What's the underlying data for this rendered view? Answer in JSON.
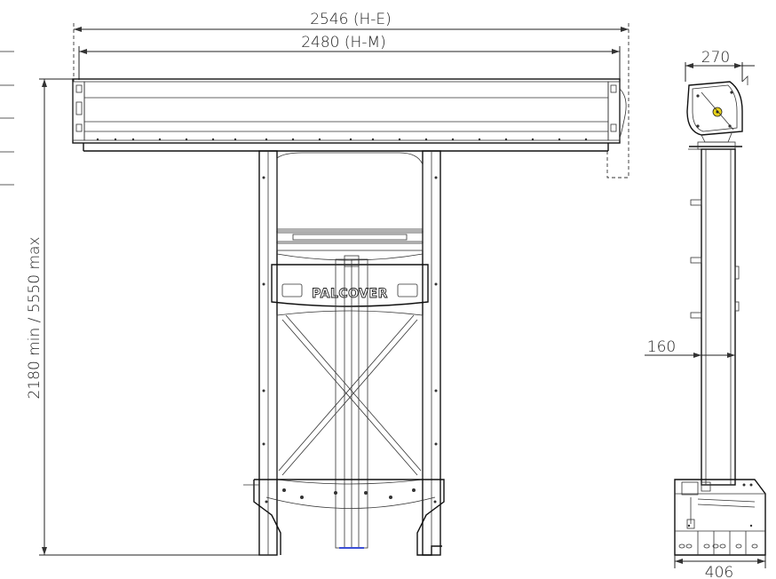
{
  "dimensions": {
    "overall_width": "2546 (H-E)",
    "machine_width": "2480 (H-M)",
    "height_range": "2180 min / 5550 max",
    "side_top_depth": "270",
    "column_width": "160",
    "base_depth": "406"
  },
  "brand": {
    "logo_text": "PALCOVER"
  },
  "colors": {
    "line": "#222222",
    "accent_yellow": "#e8d21a",
    "accent_blue": "#3b4fd6"
  }
}
